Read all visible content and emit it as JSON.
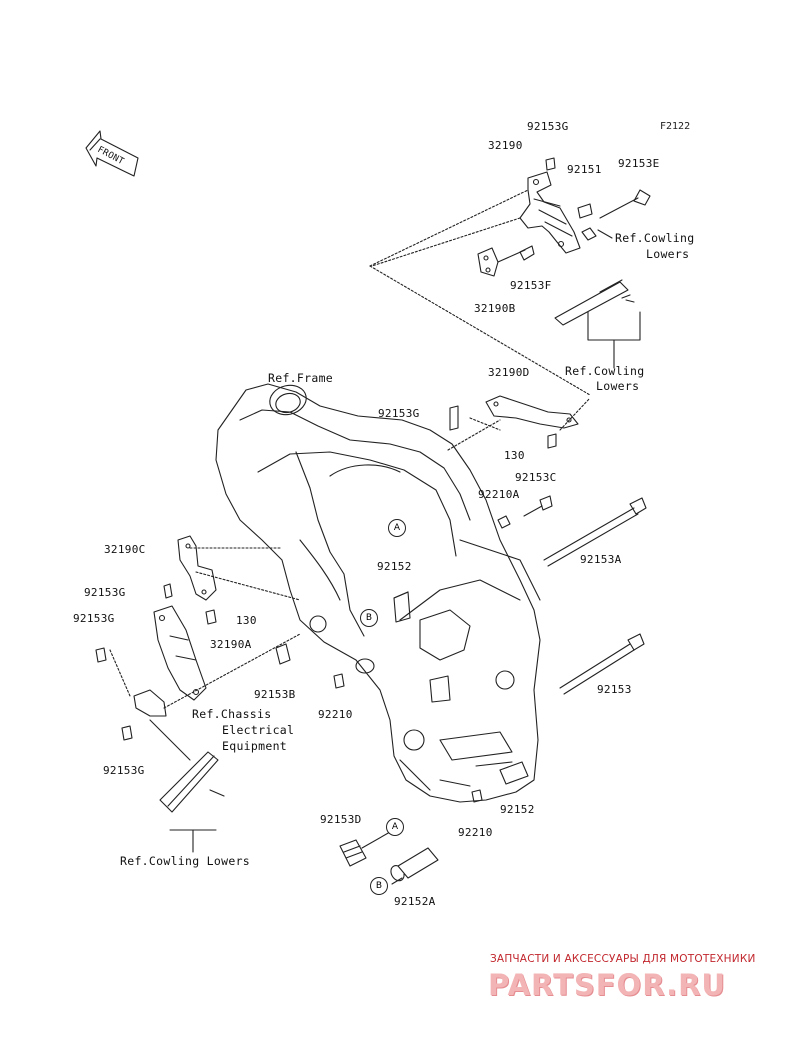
{
  "figure_code": "F2122",
  "front_label": "FRONT",
  "labels": {
    "l_92153G_top": "92153G",
    "l_32190_top": "32190",
    "l_92151": "92151",
    "l_92153E": "92153E",
    "l_ref_cowling_1": "Ref.Cowling",
    "l_lowers_1": "Lowers",
    "l_92153F": "92153F",
    "l_32190B": "32190B",
    "l_ref_cowling_2": "Ref.Cowling",
    "l_lowers_2": "Lowers",
    "l_ref_frame": "Ref.Frame",
    "l_32190D": "32190D",
    "l_92153G_mid": "92153G",
    "l_130_top": "130",
    "l_92153C": "92153C",
    "l_92210A": "92210A",
    "l_92153A": "92153A",
    "l_32190C": "32190C",
    "l_92152_mid": "92152",
    "l_92153G_left": "92153G",
    "l_130_left": "130",
    "l_92153G_left2": "92153G",
    "l_32190A": "32190A",
    "l_92153": "92153",
    "l_92153B": "92153B",
    "l_92210": "92210",
    "l_ref_chassis_1": "Ref.Chassis",
    "l_ref_chassis_2": "Electrical",
    "l_ref_chassis_3": "Equipment",
    "l_92153G_bot": "92153G",
    "l_92152_right": "92152",
    "l_92210_bot": "92210",
    "l_92153D": "92153D",
    "l_ref_cowling_lowers": "Ref.Cowling Lowers",
    "l_92152A": "92152A"
  },
  "markers": {
    "a": "A",
    "b": "B"
  },
  "watermark": {
    "line1": "ЗАПЧАСТИ И АКСЕССУАРЫ ДЛЯ МОТОТЕХНИКИ",
    "logo": "PARTSFOR.RU"
  },
  "colors": {
    "line": "#222222",
    "watermark_red": "#c1272d",
    "watermark_pink": "#f3b4b6"
  }
}
